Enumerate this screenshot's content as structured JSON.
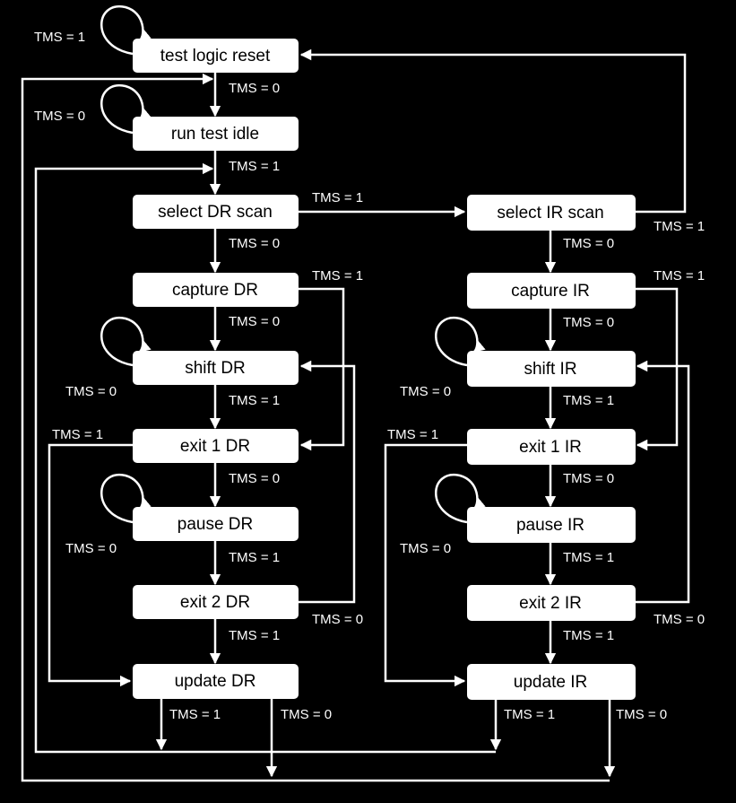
{
  "colors": {
    "background": "#000000",
    "state_fill": "#ffffff",
    "state_text": "#000000",
    "lines": "#ffffff"
  },
  "states": {
    "test_logic_reset": "test logic reset",
    "run_test_idle": "run test idle",
    "select_dr_scan": "select DR scan",
    "capture_dr": "capture DR",
    "shift_dr": "shift DR",
    "exit1_dr": "exit 1 DR",
    "pause_dr": "pause DR",
    "exit2_dr": "exit 2 DR",
    "update_dr": "update DR",
    "select_ir_scan": "select IR scan",
    "capture_ir": "capture IR",
    "shift_ir": "shift IR",
    "exit1_ir": "exit 1 IR",
    "pause_ir": "pause IR",
    "exit2_ir": "exit 2 IR",
    "update_ir": "update IR"
  },
  "labels": {
    "tlr_self": "TMS = 1",
    "tlr_to_rti": "TMS = 0",
    "rti_self": "TMS = 0",
    "rti_to_seldr": "TMS = 1",
    "seldr_to_selir": "TMS = 1",
    "selir_to_tlr": "TMS = 1",
    "seldr_to_capdr": "TMS = 0",
    "selir_to_capir": "TMS = 0",
    "capdr_to_exit1dr": "TMS = 1",
    "capir_to_exit1ir": "TMS = 1",
    "capdr_to_shiftdr": "TMS = 0",
    "capir_to_shiftir": "TMS = 0",
    "shiftdr_self": "TMS = 0",
    "shiftir_self": "TMS = 0",
    "shiftdr_to_exit1dr": "TMS = 1",
    "shiftir_to_exit1ir": "TMS = 1",
    "exit1dr_to_updatedr": "TMS = 1",
    "exit1ir_to_updateir": "TMS = 1",
    "exit1dr_to_pausedr": "TMS = 0",
    "exit1ir_to_pauseir": "TMS = 0",
    "pausedr_self": "TMS = 0",
    "pauseir_self": "TMS = 0",
    "pausedr_to_exit2dr": "TMS = 1",
    "pauseir_to_exit2ir": "TMS = 1",
    "exit2dr_to_shiftdr": "TMS = 0",
    "exit2ir_to_shiftir": "TMS = 0",
    "exit2dr_to_updatedr": "TMS = 1",
    "exit2ir_to_updateir": "TMS = 1",
    "updatedr_to_seldr": "TMS = 1",
    "updatedr_to_rti": "TMS = 0",
    "updateir_to_seldr": "TMS = 1",
    "updateir_to_rti": "TMS = 0"
  }
}
